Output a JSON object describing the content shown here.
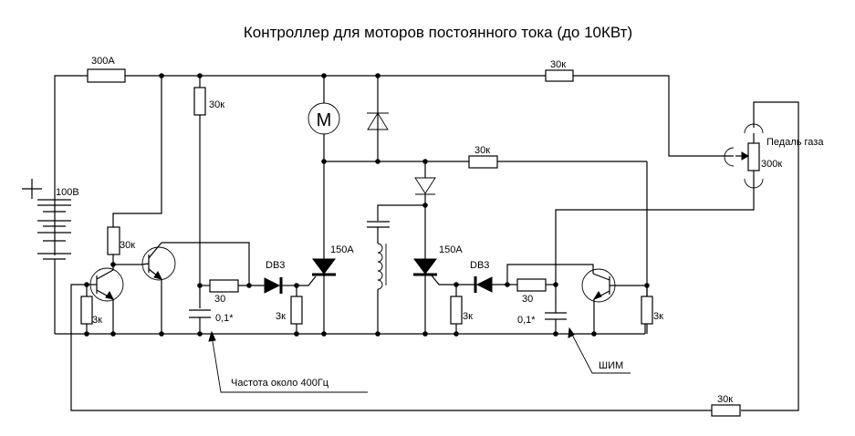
{
  "title": "Контроллер для моторов постоянного тока (до 10КВт)",
  "battery": {
    "voltage": "100В"
  },
  "fuse": {
    "rating": "300А"
  },
  "motor": {
    "symbol": "M"
  },
  "resistors": {
    "r_bias_top": "30к",
    "r_bias_left": "30к",
    "r_base_3k_left": "3к",
    "r_timing_left": "30",
    "r_gate_left": "3к",
    "r_top_feedback": "30к",
    "r_mid": "30к",
    "r_timing_right": "30",
    "r_gate_right": "3к",
    "r_emitter_right": "3к",
    "r_bottom_feedback": "30к"
  },
  "capacitors": {
    "c_left": "0,1*",
    "c_right": "0,1*"
  },
  "thyristors": {
    "main": "150А",
    "commutation": "150А"
  },
  "diacs": {
    "left": "DB3",
    "right": "DB3"
  },
  "pedal": {
    "label": "Педаль газа",
    "value": "300к"
  },
  "annotations": {
    "frequency": "Частота около 400Гц",
    "pwm": "ШИМ"
  }
}
